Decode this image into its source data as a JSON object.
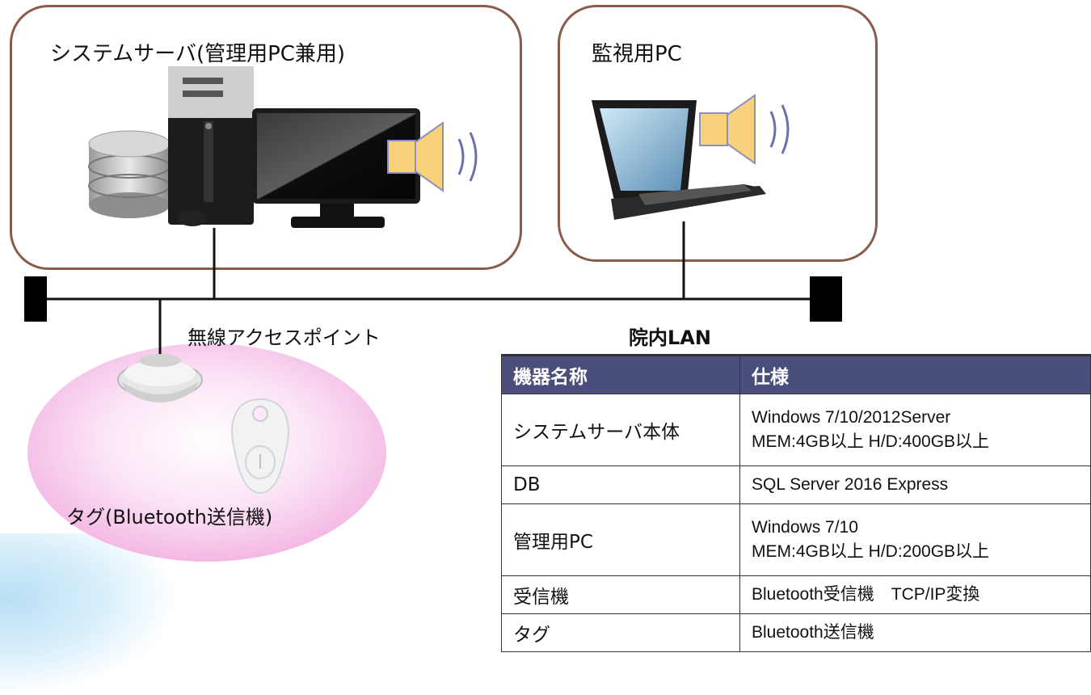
{
  "server_panel": {
    "title": "システムサーバ(管理用PC兼用)"
  },
  "monitor_panel": {
    "title": "監視用PC"
  },
  "access_point_label": "無線アクセスポイント",
  "lan_label": "院内LAN",
  "tag_label": "タグ(Bluetooth送信機)",
  "spec_table": {
    "headers": [
      "機器名称",
      "仕様"
    ],
    "rows": [
      {
        "name": "システムサーバ本体",
        "spec1": "Windows 7/10/2012Server",
        "spec2": "MEM:4GB以上 H/D:400GB以上"
      },
      {
        "name": "DB",
        "spec1": "SQL Server 2016 Express",
        "spec2": ""
      },
      {
        "name": "管理用PC",
        "spec1": "Windows 7/10",
        "spec2": "MEM:4GB以上 H/D:200GB以上"
      },
      {
        "name": "受信機",
        "spec1": "Bluetooth受信機　TCP/IP変換",
        "spec2": ""
      },
      {
        "name": "タグ",
        "spec1": "Bluetooth送信機",
        "spec2": ""
      }
    ]
  },
  "colors": {
    "panel_border": "#8a5a4a",
    "table_header": "#4a4e7a",
    "speaker": "#f7d27a",
    "sound_waves": "#6a6fb0",
    "tag_area": "#f6c6ea"
  },
  "icons": [
    "database-icon",
    "tower-pc-icon",
    "monitor-icon",
    "mouse-icon",
    "speaker-icon",
    "laptop-icon",
    "access-point-icon",
    "bluetooth-tag-icon"
  ]
}
